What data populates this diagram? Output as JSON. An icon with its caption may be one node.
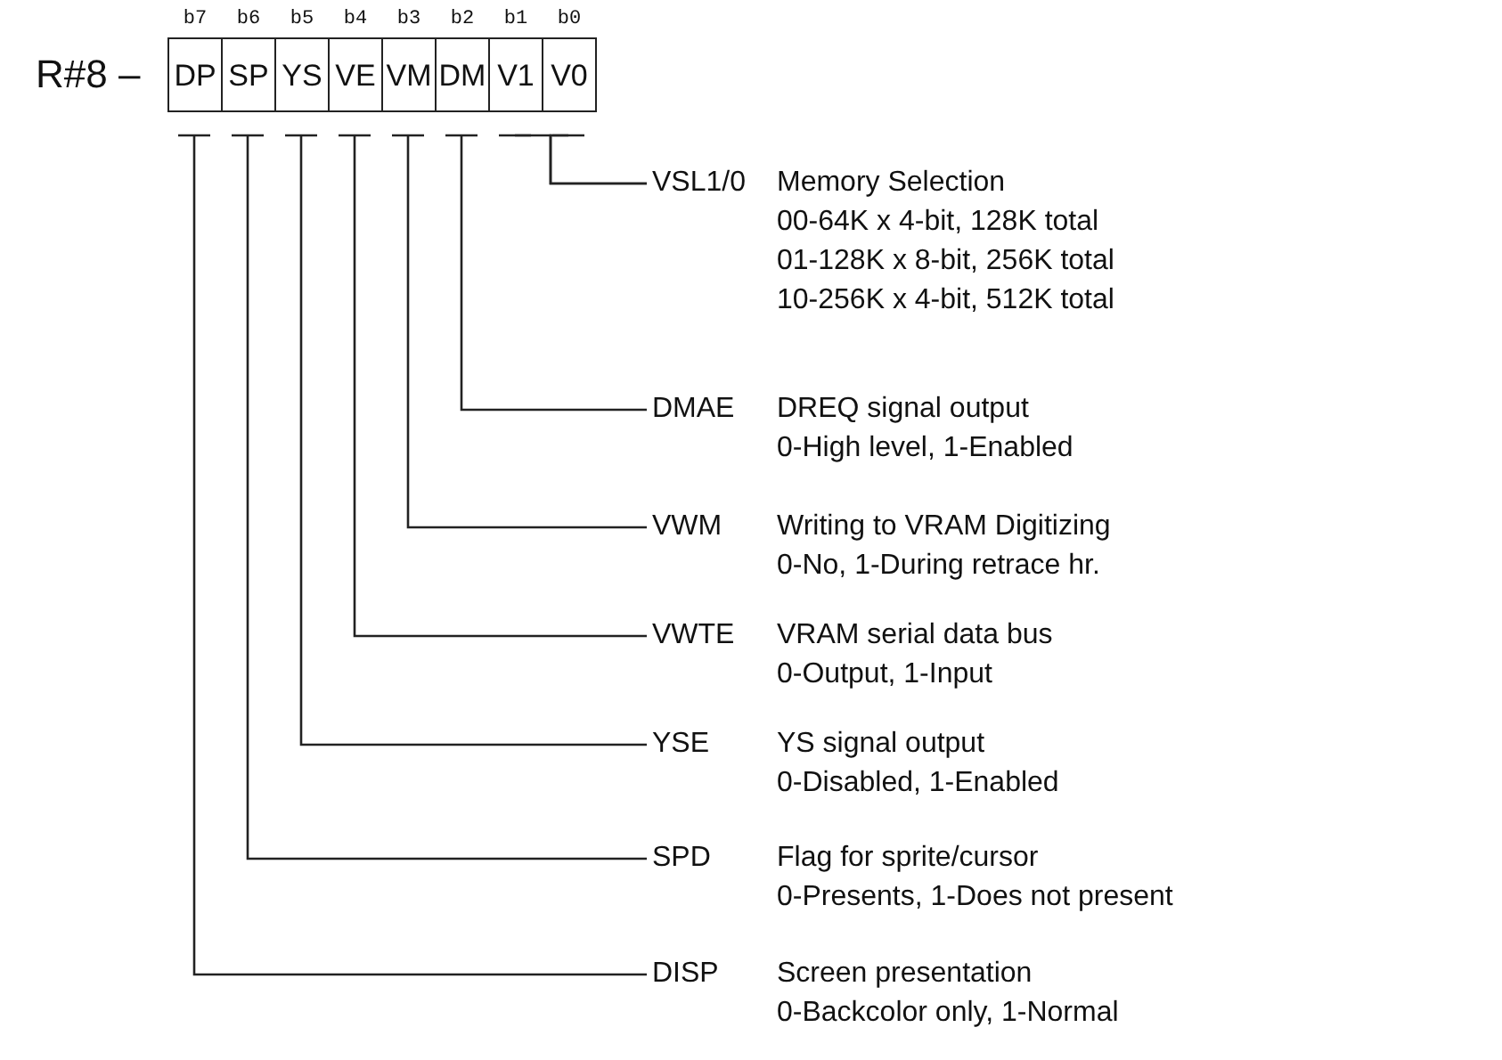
{
  "diagram": {
    "nodes": [
      {
        "text": [
          "DP"
        ],
        "beside": [
          "b7"
        ]
      },
      {
        "text": [
          "SP"
        ],
        "beside": [
          "b6"
        ]
      },
      {
        "text": [
          "YS"
        ],
        "beside": [
          "b5"
        ]
      },
      {
        "text": [
          "VE"
        ],
        "beside": [
          "b4"
        ]
      },
      {
        "text": [
          "VM"
        ],
        "beside": [
          "b3"
        ]
      },
      {
        "text": [
          "DM"
        ],
        "beside": [
          "b2"
        ]
      },
      {
        "text": [
          "V1"
        ],
        "beside": [
          "b1"
        ]
      },
      {
        "text": [
          "V0"
        ],
        "beside": [
          "b0"
        ]
      },
      {
        "text": [
          "VSL1/0",
          "Memory Selection",
          "00-64K x 4-bit, 128K total",
          "01-128K x 8-bit, 256K total",
          "10-256K x 4-bit, 512K total"
        ]
      },
      {
        "text": [
          "DMAE",
          "DREQ signal output",
          "0-High level, 1-Enabled"
        ]
      },
      {
        "text": [
          "VWM",
          "Writing to VRAM Digitizing",
          "0-No, 1-During retrace hr."
        ]
      },
      {
        "text": [
          "VWTE",
          "VRAM serial data bus",
          "0-Output, 1-Input"
        ]
      },
      {
        "text": [
          "YSE",
          "YS signal output",
          "0-Disabled, 1-Enabled"
        ]
      },
      {
        "text": [
          "SPD",
          "Flag for sprite/cursor",
          "0-Presents, 1-Does not present"
        ]
      },
      {
        "text": [
          "DISP",
          "Screen presentation",
          "0-Backcolor only, 1-Normal"
        ]
      }
    ],
    "edges": [
      {
        "from": 6,
        "to": 8,
        "arrow": "other"
      },
      {
        "from": 7,
        "to": 8,
        "arrow": "other"
      },
      {
        "from": 5,
        "to": 9,
        "arrow": "other"
      },
      {
        "from": 4,
        "to": 10,
        "arrow": "other"
      },
      {
        "from": 3,
        "to": 11,
        "arrow": "other"
      },
      {
        "from": 2,
        "to": 12,
        "arrow": "other"
      },
      {
        "from": 1,
        "to": 13,
        "arrow": "other"
      },
      {
        "from": 0,
        "to": 14,
        "arrow": "other"
      }
    ],
    "labels": [
      "R#8 –"
    ]
  }
}
